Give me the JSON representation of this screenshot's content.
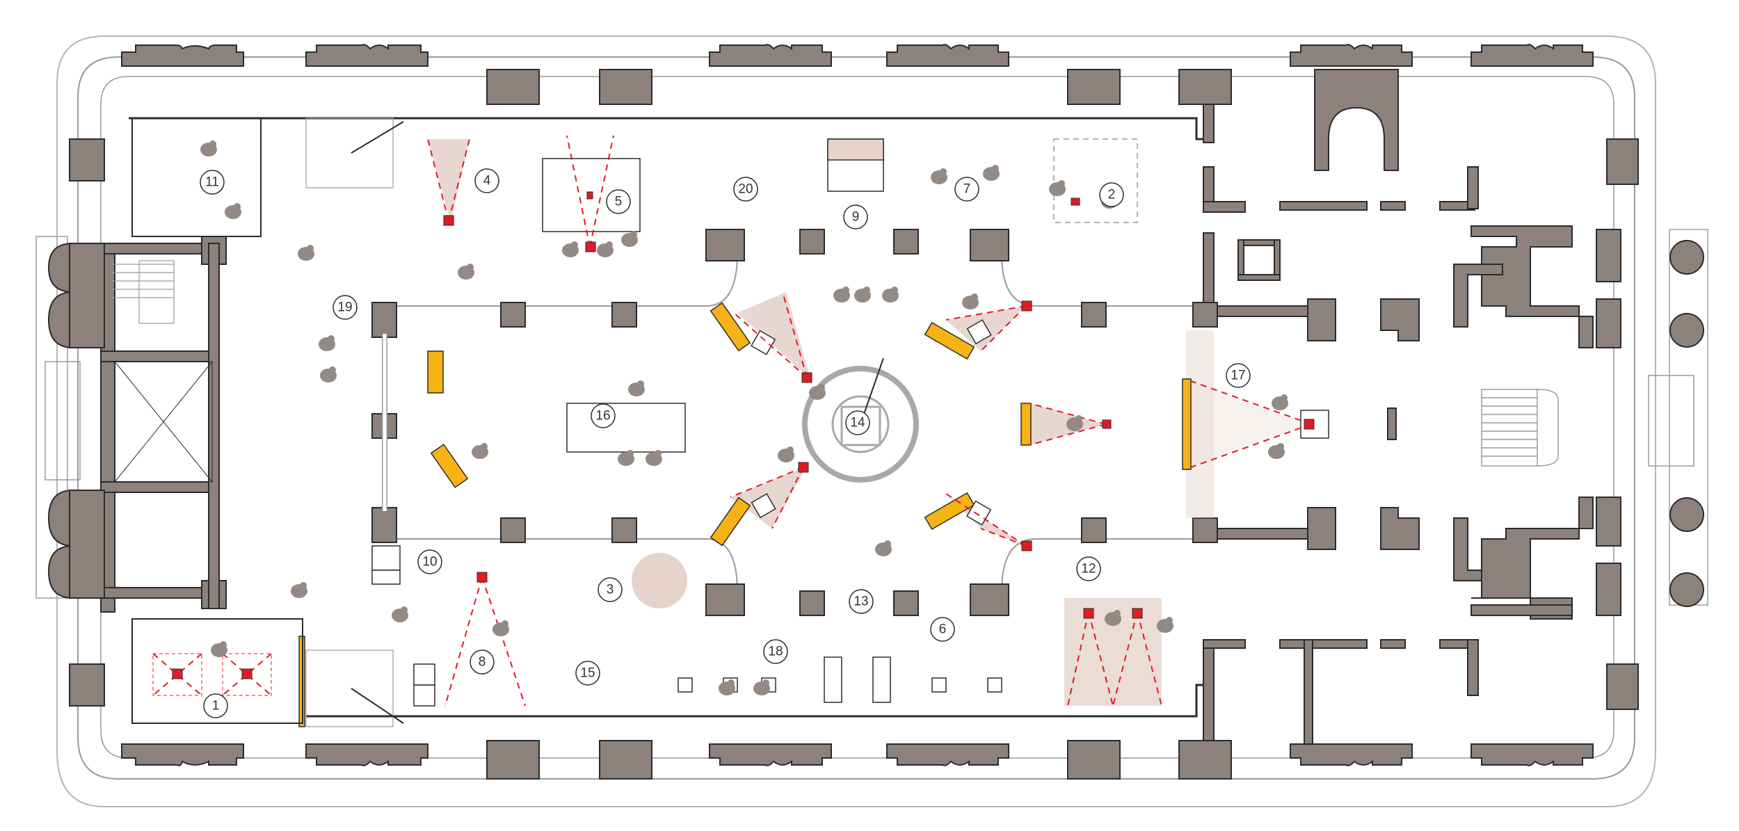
{
  "colors": {
    "background": "#ffffff",
    "wall": "#8c817b",
    "wall_stroke": "#2b2b2b",
    "outline": "#9a9a9a",
    "accent_yellow": "#f5b316",
    "projection_fill": "#e6d3cb",
    "camera_red": "#e01b24",
    "visitor_grey": "#938a85",
    "stair_grey": "#a8a8a8"
  },
  "room_labels": [
    {
      "id": "1"
    },
    {
      "id": "2"
    },
    {
      "id": "3"
    },
    {
      "id": "4"
    },
    {
      "id": "5"
    },
    {
      "id": "6"
    },
    {
      "id": "7"
    },
    {
      "id": "8"
    },
    {
      "id": "9"
    },
    {
      "id": "10"
    },
    {
      "id": "11"
    },
    {
      "id": "12"
    },
    {
      "id": "13"
    },
    {
      "id": "14"
    },
    {
      "id": "15"
    },
    {
      "id": "16"
    },
    {
      "id": "17"
    },
    {
      "id": "18"
    },
    {
      "id": "19"
    },
    {
      "id": "20"
    }
  ],
  "icons": {
    "visitor": "visitor-icon",
    "camera": "camera-icon",
    "screen": "screen-icon",
    "stair": "stair-icon"
  }
}
